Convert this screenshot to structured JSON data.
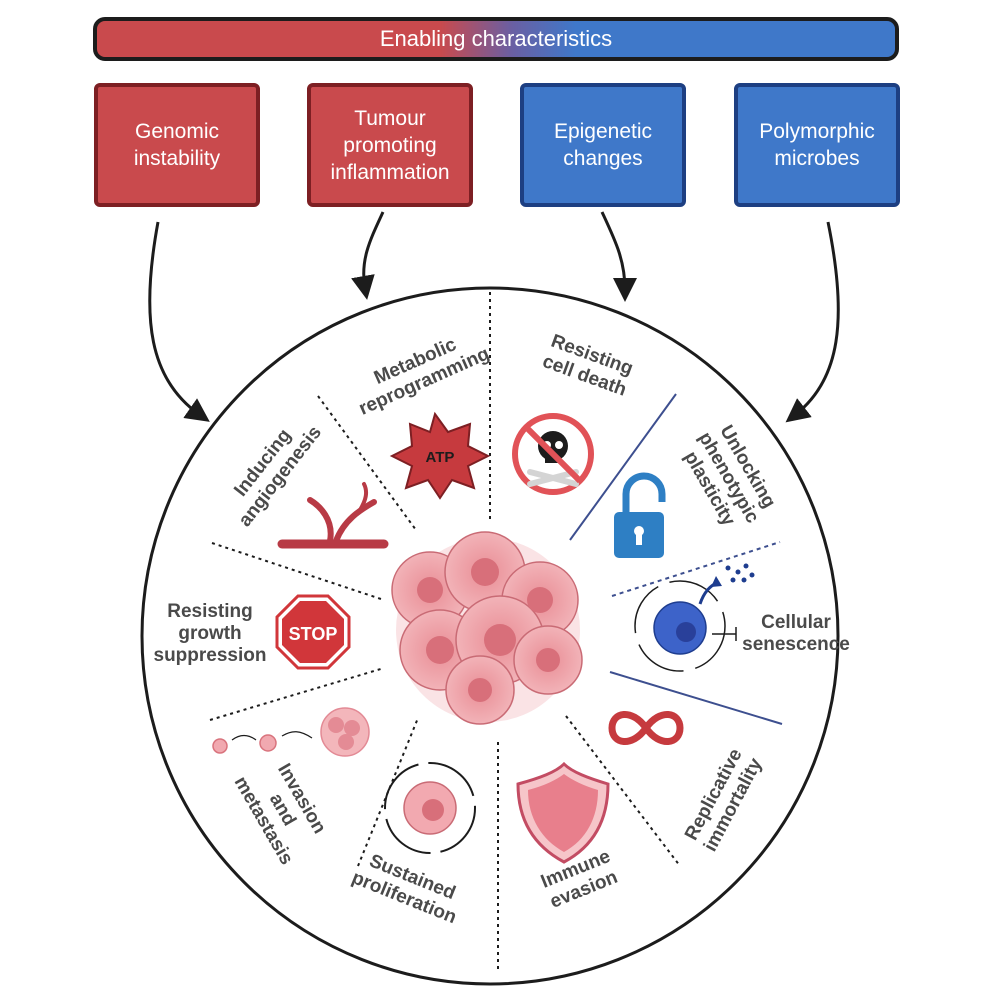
{
  "header": {
    "title": "Enabling characteristics"
  },
  "enabling": [
    {
      "lines": [
        "Genomic",
        "instability"
      ],
      "color": "red"
    },
    {
      "lines": [
        "Tumour",
        "promoting",
        "inflammation"
      ],
      "color": "red"
    },
    {
      "lines": [
        "Epigenetic",
        "changes"
      ],
      "color": "blue"
    },
    {
      "lines": [
        "Polymorphic",
        "microbes"
      ],
      "color": "blue"
    }
  ],
  "hallmarks": {
    "metabolic": [
      "Metabolic",
      "reprogramming"
    ],
    "cell_death": [
      "Resisting",
      "cell death"
    ],
    "phenotypic": [
      "Unlocking",
      "phenotypic",
      "plasticity"
    ],
    "senescence": [
      "Cellular",
      "senescence"
    ],
    "immortality": [
      "Replicative",
      "immortality"
    ],
    "immune": [
      "Immune",
      "evasion"
    ],
    "proliferation": [
      "Sustained",
      "proliferation"
    ],
    "invasion": [
      "Invasion",
      "and",
      "metastasis"
    ],
    "growth": [
      "Resisting",
      "growth",
      "suppression"
    ],
    "angiogenesis": [
      "Inducing",
      "angiogenesis"
    ]
  },
  "icons": {
    "atp": "ATP",
    "stop": "STOP",
    "infinity": "infinity-icon",
    "skull": "skull-crossbones-icon",
    "lock": "unlocked-padlock-icon"
  },
  "colors": {
    "red": "#c94a4d",
    "blue": "#3f78c9",
    "text": "#4a4a4a"
  }
}
